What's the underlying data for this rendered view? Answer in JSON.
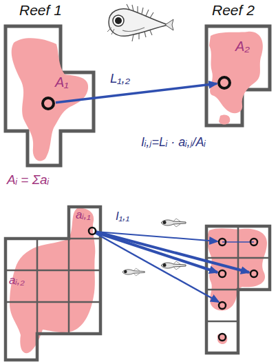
{
  "diagram": {
    "nodes": [
      {
        "text": [
          "Reef 1"
        ]
      },
      {
        "text": [
          "A₁"
        ],
        "in": 0
      },
      {
        "text": [
          "Reef 2"
        ]
      },
      {
        "text": [
          "A₂"
        ],
        "in": 2
      },
      {
        "text": [
          "aᵢ,₁"
        ]
      },
      {
        "text": [
          "aᵢ,₂"
        ]
      }
    ],
    "edges": [
      {
        "from": 1,
        "to": 3,
        "label": "L₁,₂",
        "arrow": "to"
      }
    ],
    "labels": [
      "Iᵢ,ⱼ=Lᵢ · aᵢ,ⱼ/Aᵢ",
      "Aᵢ = Σaᵢ",
      "I₁,₁"
    ]
  }
}
